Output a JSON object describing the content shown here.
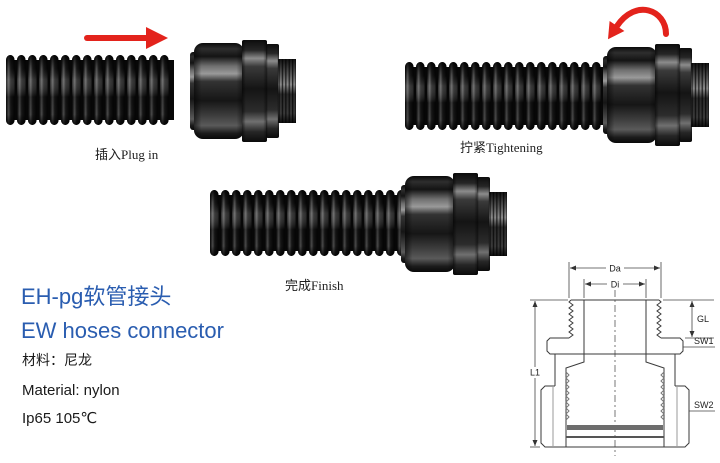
{
  "steps": {
    "plug_in": "插入Plug in",
    "tightening": "拧紧Tightening",
    "finish": "完成Finish"
  },
  "product": {
    "title_cn": "EH-pg软管接头",
    "title_en": "EW hoses connector",
    "material_cn": "材料：尼龙",
    "material_en": "Material: nylon",
    "rating": "Ip65 105℃"
  },
  "drawing": {
    "labels": {
      "da": "Da",
      "di": "Di",
      "gl": "GL",
      "sw1": "SW1",
      "l1": "L1",
      "sw2": "SW2"
    }
  },
  "icons": {
    "insert_arrow": "arrow-right-icon",
    "tighten_arrow": "rotate-arrow-icon"
  },
  "colors": {
    "title_blue": "#2a5db0",
    "arrow_red": "#e3231c"
  }
}
